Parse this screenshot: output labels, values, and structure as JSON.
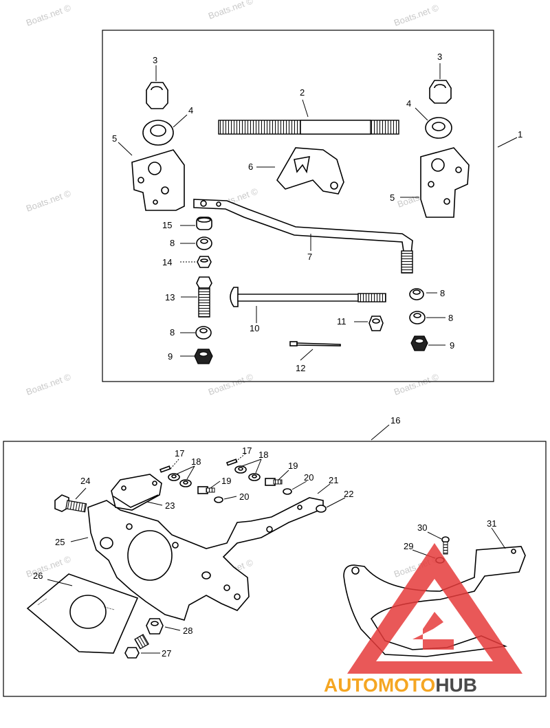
{
  "watermark": "Boats.net ©",
  "brand": {
    "part1": "AUTO",
    "part2": "MOTO",
    "part3": "HUB",
    "color_primary": "#f5a623",
    "color_secondary": "#4a4a4a",
    "color_logo": "#e63b3b"
  },
  "callouts": {
    "c1": "1",
    "c2": "2",
    "c3a": "3",
    "c3b": "3",
    "c4a": "4",
    "c4b": "4",
    "c5a": "5",
    "c5b": "5",
    "c6": "6",
    "c7": "7",
    "c8a": "8",
    "c8b": "8",
    "c8c": "8",
    "c8d": "8",
    "c9a": "9",
    "c9b": "9",
    "c10": "10",
    "c11": "11",
    "c12": "12",
    "c13": "13",
    "c14": "14",
    "c15": "15",
    "c16": "16",
    "c17a": "17",
    "c17b": "17",
    "c18a": "18",
    "c18b": "18",
    "c19a": "19",
    "c19b": "19",
    "c20a": "20",
    "c20b": "20",
    "c21": "21",
    "c22": "22",
    "c23": "23",
    "c24": "24",
    "c25": "25",
    "c26": "26",
    "c27": "27",
    "c28": "28",
    "c29": "29",
    "c30": "30",
    "c31": "31"
  }
}
